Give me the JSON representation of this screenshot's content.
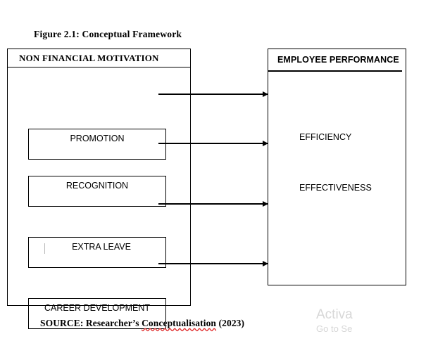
{
  "figure": {
    "title": "Figure 2.1: Conceptual Framework",
    "source_prefix": "SOURCE: Researcher’s ",
    "source_flagged_word": "Conceptualisation",
    "source_suffix": " (2023)"
  },
  "independent_variable": {
    "header": "NON FINANCIAL MOTIVATION",
    "constructs": [
      {
        "label": "PROMOTION"
      },
      {
        "label": "RECOGNITION"
      },
      {
        "label": "EXTRA LEAVE"
      },
      {
        "label": "CAREER DEVELOPMENT"
      }
    ]
  },
  "dependent_variable": {
    "header": "EMPLOYEE PERFORMANCE",
    "measures": [
      {
        "label": "EFFICIENCY"
      },
      {
        "label": "EFFECTIVENESS"
      }
    ]
  },
  "connectors": [
    {
      "from": "PROMOTION",
      "to": "EMPLOYEE PERFORMANCE"
    },
    {
      "from": "RECOGNITION",
      "to": "EMPLOYEE PERFORMANCE"
    },
    {
      "from": "EXTRA LEAVE",
      "to": "EMPLOYEE PERFORMANCE"
    },
    {
      "from": "CAREER DEVELOPMENT",
      "to": "EMPLOYEE PERFORMANCE"
    }
  ],
  "watermark": {
    "title": "Activa",
    "subtitle": "Go to Se"
  },
  "colors": {
    "stroke": "#000000",
    "background": "#ffffff",
    "spellcheck_underline": "#e03030",
    "watermark_text": "#d7d7d7"
  }
}
